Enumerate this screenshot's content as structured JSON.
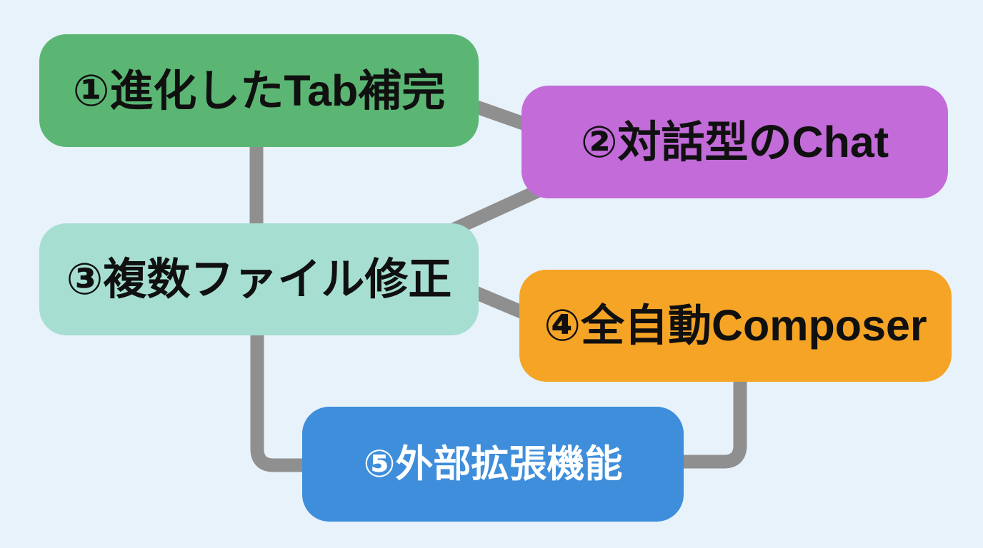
{
  "diagram": {
    "background_color": "#e7f2fb",
    "connector_color": "#8f8f8f",
    "text_color_dark": "#101010",
    "text_color_light": "#ffffff",
    "nodes": [
      {
        "id": "1",
        "label": "①進化したTab補完",
        "fill": "#5bb674",
        "text_color": "#101010"
      },
      {
        "id": "2",
        "label": "②対話型のChat",
        "fill": "#c26bd9",
        "text_color": "#101010"
      },
      {
        "id": "3",
        "label": "③複数ファイル修正",
        "fill": "#a6dfd2",
        "text_color": "#101010"
      },
      {
        "id": "4",
        "label": "④全自動Composer",
        "fill": "#f5a426",
        "text_color": "#101010"
      },
      {
        "id": "5",
        "label": "⑤外部拡張機能",
        "fill": "#3e8edb",
        "text_color": "#ffffff"
      }
    ],
    "edges": [
      {
        "from": "1",
        "to": "2"
      },
      {
        "from": "1",
        "to": "3"
      },
      {
        "from": "2",
        "to": "3"
      },
      {
        "from": "3",
        "to": "4"
      },
      {
        "from": "3",
        "to": "5"
      },
      {
        "from": "4",
        "to": "5"
      }
    ]
  }
}
